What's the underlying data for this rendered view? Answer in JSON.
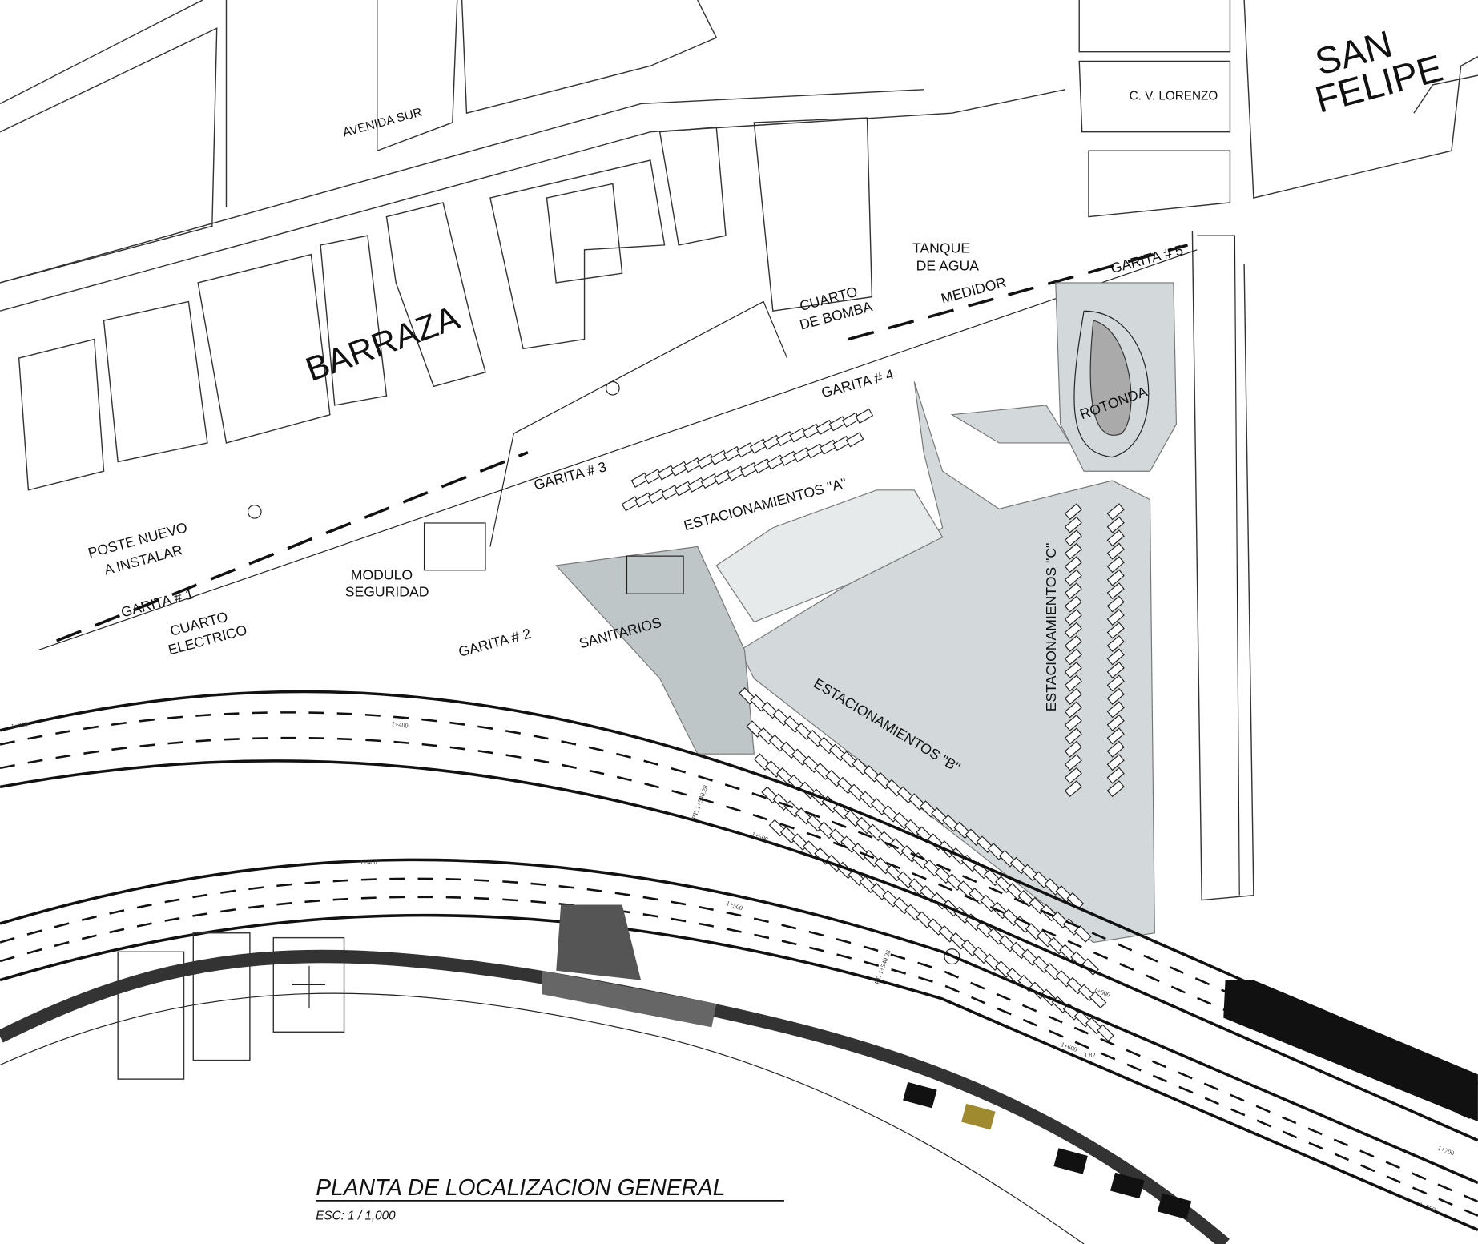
{
  "labels": {
    "avenida_sur": "AVENIDA SUR",
    "cv_lorenzo": "C. V. LORENZO",
    "san": "SAN",
    "felipe": "FELIPE",
    "barraza": "BARRAZA",
    "tanque_1": "TANQUE",
    "tanque_2": "DE AGUA",
    "medidor": "MEDIDOR",
    "cuarto_bomba_1": "CUARTO",
    "cuarto_bomba_2": "DE BOMBA",
    "garita5": "GARITA # 5",
    "garita4": "GARITA # 4",
    "garita3": "GARITA # 3",
    "garita2": "GARITA # 2",
    "garita1": "GARITA # 1",
    "est_a": "ESTACIONAMIENTOS \"A\"",
    "est_b": "ESTACIONAMIENTOS \"B\"",
    "est_c": "ESTACIONAMIENTOS \"C\"",
    "rotonda": "ROTONDA",
    "poste_1": "POSTE NUEVO",
    "poste_2": "A INSTALAR",
    "modulo_1": "MODULO",
    "modulo_2": "SEGURIDAD",
    "cuarto_elec_1": "CUARTO",
    "cuarto_elec_2": "ELECTRICO",
    "sanitarios": "SANITARIOS"
  },
  "stations": [
    "1+300",
    "1+400",
    "1+400",
    "1+500",
    "1+500",
    "1+600",
    "1+600",
    "1.82",
    "1+700",
    "1+700",
    "PT: 1+540.28",
    "PT: 1+540.28"
  ],
  "title": "PLANTA DE LOCALIZACION GENERAL",
  "scale": "ESC: 1 / 1,000",
  "colors": {
    "paving": "#d3d9da",
    "ink": "#111111"
  }
}
